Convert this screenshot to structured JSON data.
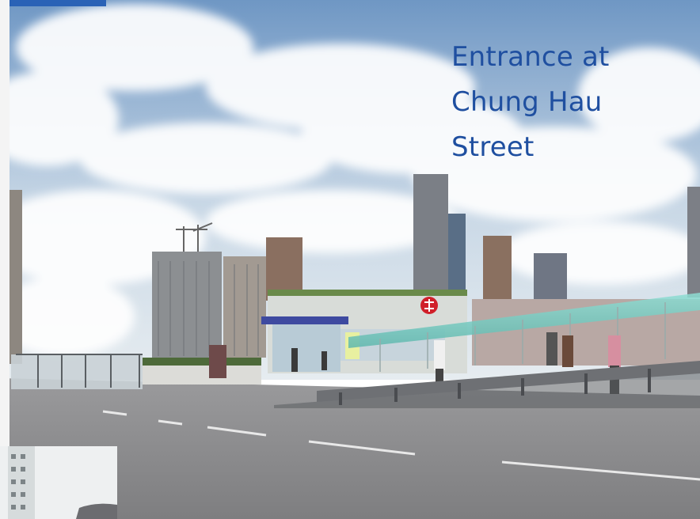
{
  "caption": {
    "lines": [
      "Entrance at",
      "Chung Hau",
      "Street"
    ],
    "color": "#1f4fa0"
  },
  "colors": {
    "sky_top": "#6f97c4",
    "sky_bottom": "#dfe8ef",
    "road": "#8a8a8c",
    "canopy": "#7fd2c9",
    "accent_tab": "#2a62b6",
    "mtr_logo": "#d0202a"
  },
  "icons": {
    "station_logo": "mtr-logo-icon"
  }
}
